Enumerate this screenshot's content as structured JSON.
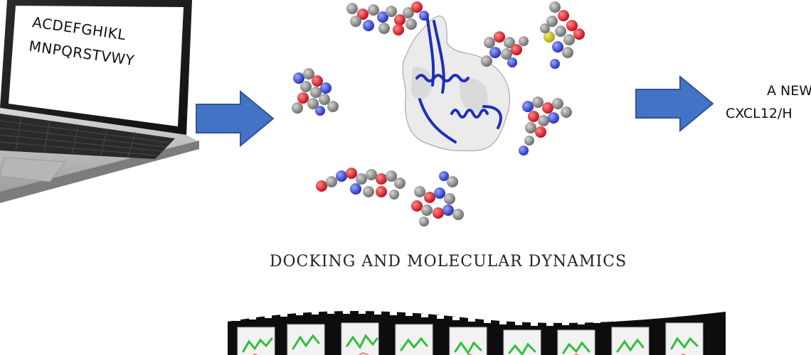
{
  "laptop": {
    "screen_line_1": "ACDEFGHIKL",
    "screen_line_2": "MNPQRSTVWY"
  },
  "center": {
    "caption": "DOCKING AND MOLECULAR DYNAMICS"
  },
  "result": {
    "line_1": "A NEW",
    "line_2": "CXCL12/H"
  },
  "colors": {
    "arrow": "#4472c4",
    "arrow_stroke": "#2f5597",
    "oxygen": "#e8202a",
    "nitrogen": "#3d4fd6",
    "carbon": "#8a8a8a",
    "helix": "#1f2fb8",
    "surface": "#d9d9d9"
  }
}
